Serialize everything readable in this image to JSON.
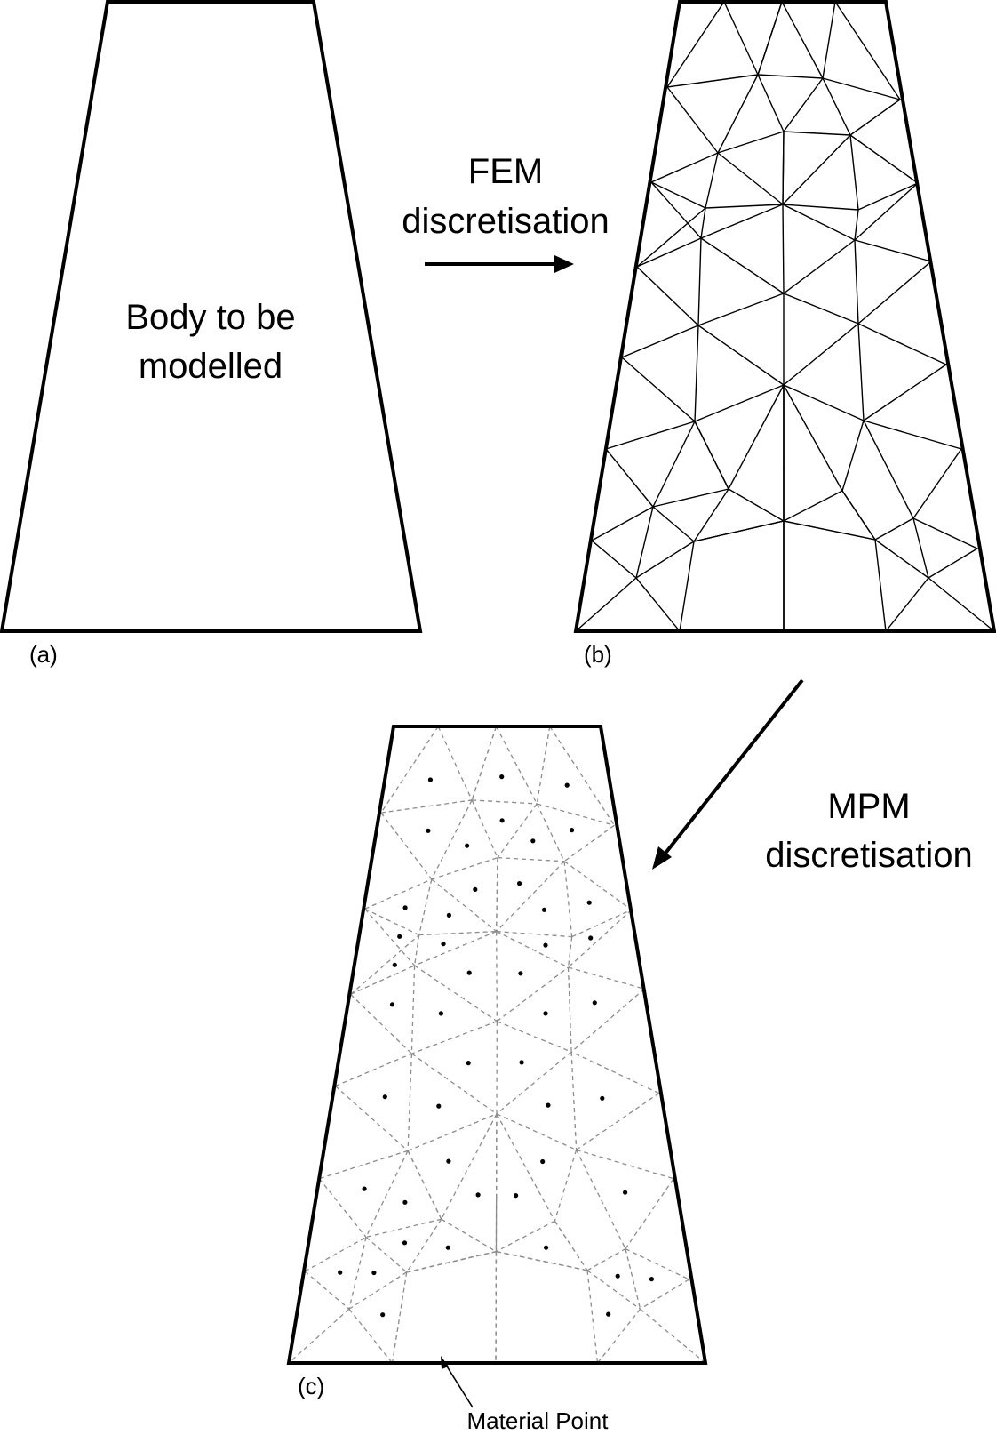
{
  "labels": {
    "body_line1": "Body to be",
    "body_line2": "modelled",
    "fem_line1": "FEM",
    "fem_line2": "discretisation",
    "mpm_line1": "MPM",
    "mpm_line2": "discretisation",
    "panel_a": "(a)",
    "panel_b": "(b)",
    "panel_c": "(c)",
    "material_point": "Material Point"
  },
  "colors": {
    "outline": "#000000",
    "mesh_solid": "#000000",
    "mesh_dashed": "#8c8c8c",
    "material_point": "#000000"
  }
}
